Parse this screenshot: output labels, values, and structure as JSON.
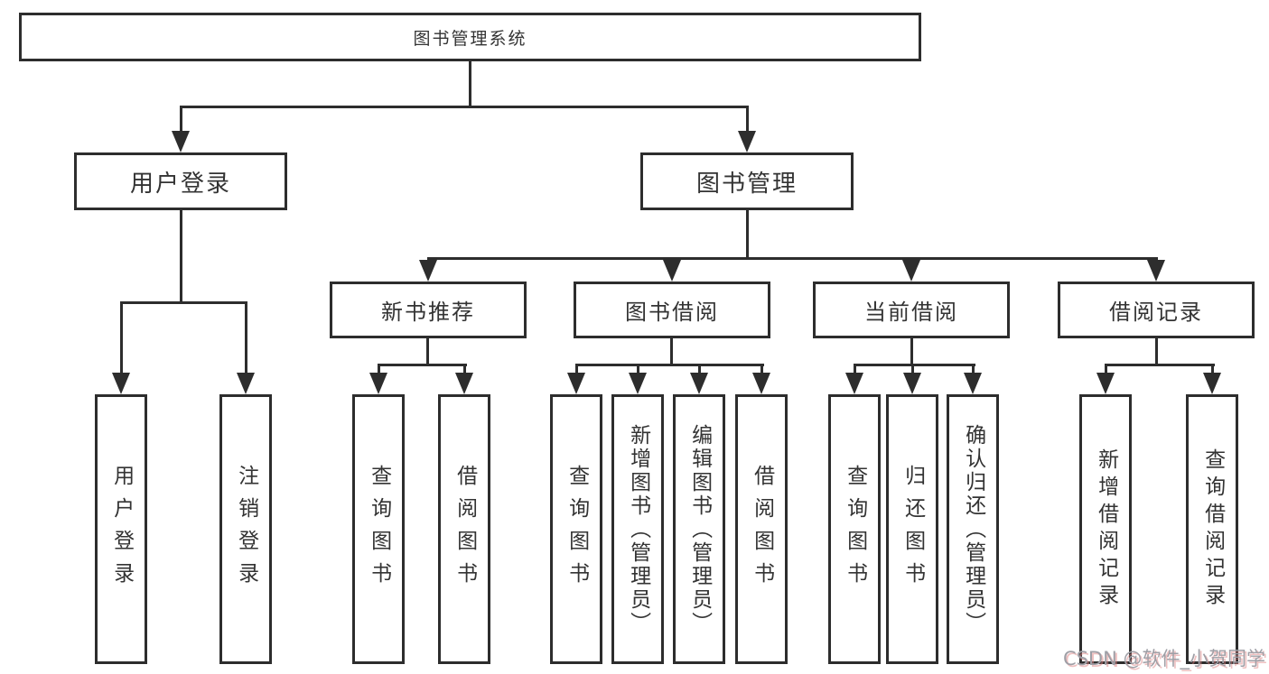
{
  "diagram": {
    "root": {
      "label": "图书管理系统"
    },
    "level2": [
      {
        "label": "用户登录"
      },
      {
        "label": "图书管理"
      }
    ],
    "level3": [
      {
        "label": "新书推荐"
      },
      {
        "label": "图书借阅"
      },
      {
        "label": "当前借阅"
      },
      {
        "label": "借阅记录"
      }
    ],
    "leaves": {
      "user_login": [
        {
          "label": "用户登录"
        },
        {
          "label": "注销登录"
        }
      ],
      "new_book": [
        {
          "label": "查询图书"
        },
        {
          "label": "借阅图书"
        }
      ],
      "book_borrow": [
        {
          "label": "查询图书"
        },
        {
          "label": "新增图书（管理员）"
        },
        {
          "label": "编辑图书（管理员）"
        },
        {
          "label": "借阅图书"
        }
      ],
      "current_borrow": [
        {
          "label": "查询图书"
        },
        {
          "label": "归还图书"
        },
        {
          "label": "确认归还（管理员）"
        }
      ],
      "borrow_records": [
        {
          "label": "新增借阅记录"
        },
        {
          "label": "查询借阅记录"
        }
      ]
    },
    "colors": {
      "line": "#2d2d2d",
      "text": "#333333",
      "background": "#ffffff",
      "watermark_gray": "#9f9fa6",
      "watermark_red": "#dd8282"
    }
  },
  "watermark": {
    "text": "CSDN @软件_小贺同学"
  }
}
